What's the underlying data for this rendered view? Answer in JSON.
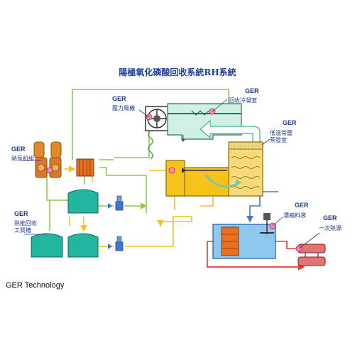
{
  "title": "陽極氧化磷酸回收系統RH系統",
  "brand_mark": "GER",
  "footer": "GER Technology",
  "components": {
    "heat_pump_unit": "熱泵机組",
    "thermal_storage_tanks": "熱能回收\n工質槽",
    "vacuum_blower": "壓力風機",
    "recovery_condenser": "回收冷凝室",
    "evaporation_chamber": "低溫常壓\n蒸發室",
    "concentrate_tank": "濃縮料液",
    "primary_heat_source": "一次熱源"
  },
  "colors": {
    "hot_line": "#e53935",
    "cool_line": "#90c947",
    "process_line": "#f5c31a",
    "feed_line": "#3a7ad1",
    "vapor_arrow": "#3fb59b",
    "tank": "#22b5a0",
    "title": "#1f3f9a"
  }
}
